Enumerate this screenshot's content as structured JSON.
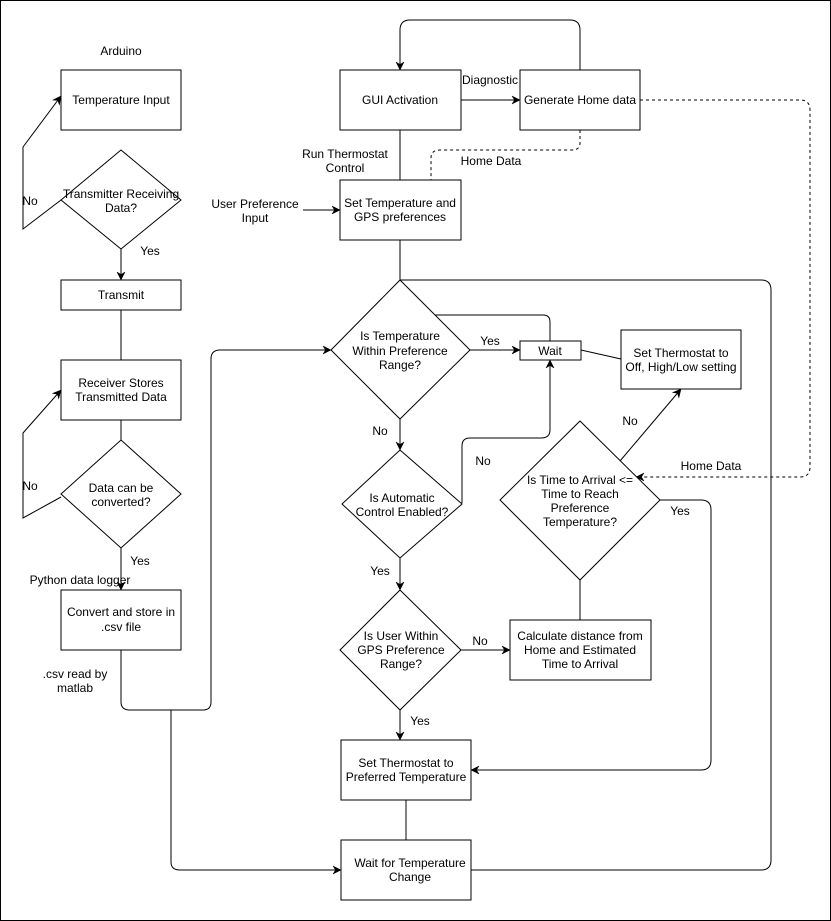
{
  "diagram": {
    "nodes": {
      "arduino_label": "Arduino",
      "temperature_input": "Temperature Input",
      "transmitter_decision": [
        "Transmitter Receiving",
        "Data?"
      ],
      "transmit": "Transmit",
      "receiver_stores": [
        "Receiver Stores",
        "Transmitted Data"
      ],
      "data_converted": [
        "Data can be",
        "converted?"
      ],
      "python_logger_label": "Python data logger",
      "convert_store": [
        "Convert and store in",
        ".csv file"
      ],
      "csv_matlab_label": [
        ".csv read by",
        "matlab"
      ],
      "gui_activation": "GUI Activation",
      "generate_home": "Generate Home data",
      "run_thermostat_label": [
        "Run  Thermostat",
        "Control"
      ],
      "user_pref_label": [
        "User Preference",
        "Input"
      ],
      "set_temp_gps": [
        "Set Temperature and",
        "GPS preferences"
      ],
      "temp_in_range": [
        "Is Temperature",
        "Within Preference",
        "Range?"
      ],
      "wait": "Wait",
      "set_off_highlow": [
        "Set Thermostat to",
        "Off, High/Low setting"
      ],
      "auto_control": [
        "Is Automatic",
        "Control Enabled?"
      ],
      "time_to_arrival": [
        "Is Time to Arrival <=",
        "Time to Reach",
        "Preference",
        "Temperature?"
      ],
      "user_in_gps": [
        "Is User Within",
        "GPS Preference",
        "Range?"
      ],
      "calc_distance": [
        "Calculate distance from",
        "Home and Estimated",
        "Time to Arrival"
      ],
      "set_preferred": [
        "Set Thermostat to",
        "Preferred Temperature"
      ],
      "wait_change": [
        "Wait for Temperature",
        "Change"
      ]
    },
    "edge_labels": {
      "no_transmitter": "No",
      "yes_transmitter": "Yes",
      "no_convert": "No",
      "yes_convert": "Yes",
      "diagnostic": "Diagnostic",
      "home_data_1": "Home Data",
      "home_data_2": "Home Data",
      "yes_temp_range": "Yes",
      "no_temp_range": "No",
      "no_auto": "No",
      "yes_auto": "Yes",
      "no_gps": "No",
      "yes_gps": "Yes",
      "no_arrival": "No",
      "yes_arrival": "Yes"
    }
  }
}
